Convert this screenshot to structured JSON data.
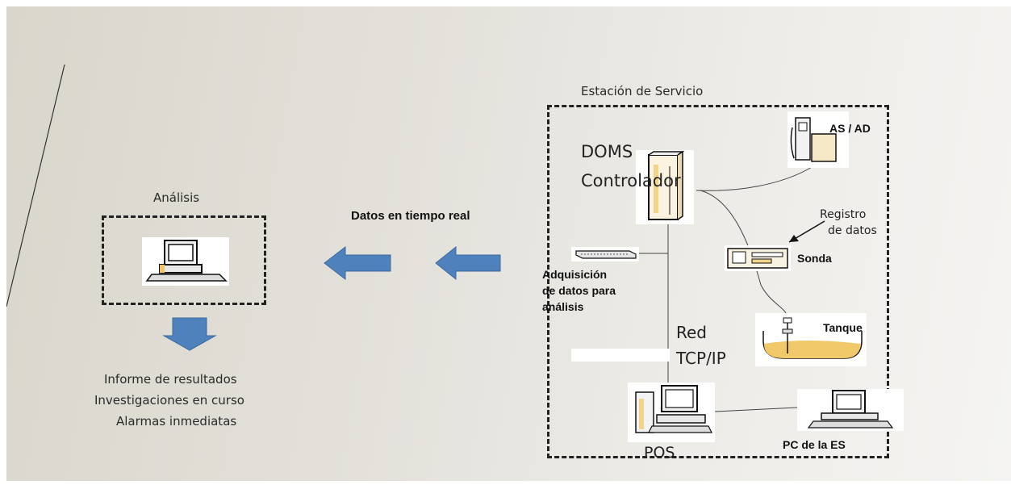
{
  "analysis": {
    "title": "Análisis",
    "results": [
      "Informe de resultados",
      "Investigaciones en curso",
      "Alarmas inmediatas"
    ]
  },
  "flow_label": "Datos en tiempo real",
  "station": {
    "title": "Estación de Servicio",
    "doms": [
      "DOMS",
      "Controlador"
    ],
    "as_ad": "AS / AD",
    "registro": [
      "Registro",
      "de datos"
    ],
    "sonda": "Sonda",
    "adquisicion": [
      "Adquisición",
      "de datos para",
      "análisis"
    ],
    "tanque": "Tanque",
    "red": [
      "Red",
      "TCP/IP"
    ],
    "pos": "POS",
    "pc_es": "PC de la ES"
  },
  "colors": {
    "arrow_fill": "#4f81bd",
    "arrow_stroke": "#3a6aa0",
    "tank_fill": "#f2c96a"
  },
  "icons": [
    "computer-icon",
    "arrow-left-icon",
    "arrow-down-icon",
    "fuel-dispenser-icon",
    "controller-icon",
    "probe-icon",
    "tank-icon",
    "network-device-icon",
    "pos-computer-icon",
    "pc-icon"
  ]
}
